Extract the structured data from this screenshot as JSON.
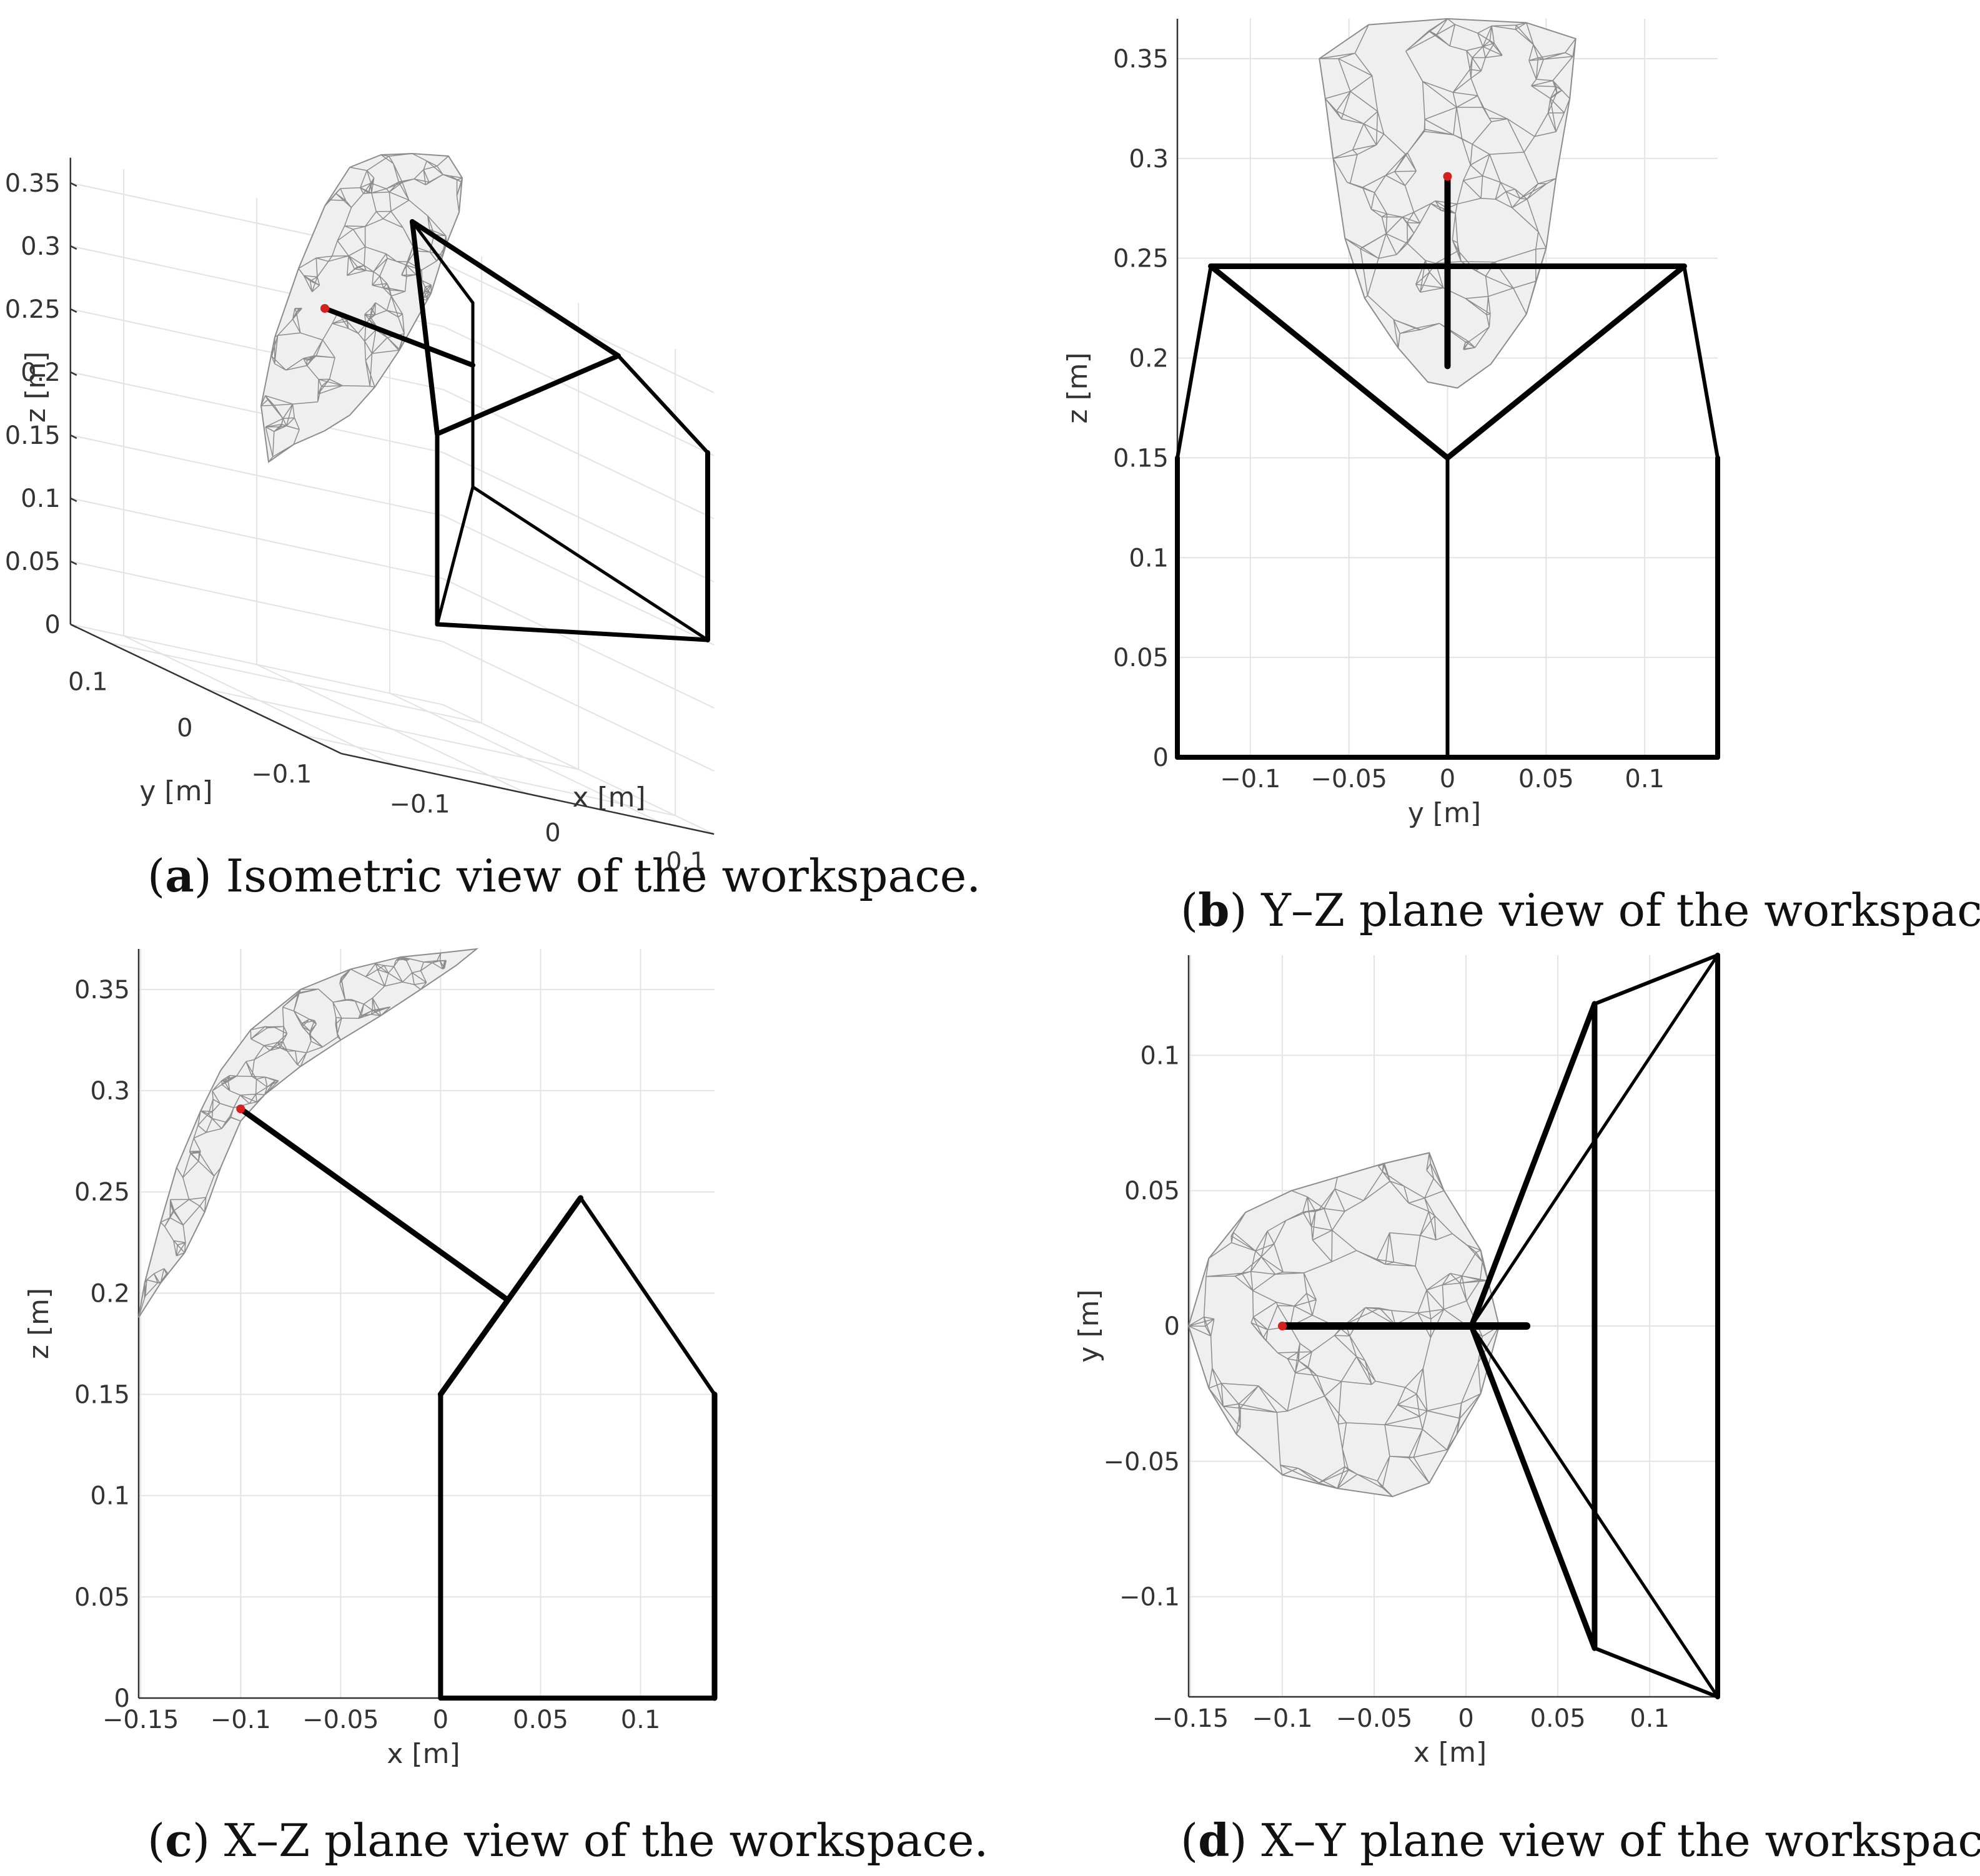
{
  "captions": {
    "a": {
      "label": "a",
      "text": "Isometric view of the workspace."
    },
    "b": {
      "label": "b",
      "text": "Y–Z plane view of the workspace."
    },
    "c": {
      "label": "c",
      "text": "X–Z plane view of the workspace."
    },
    "d": {
      "label": "d",
      "text": "X–Y plane view of the workspace."
    }
  },
  "chart_data": [
    {
      "id": "a",
      "type": "3d-wireframe",
      "xlabel": "x [m]",
      "ylabel": "y [m]",
      "zlabel": "z [m]",
      "xticks": [
        "−0.1",
        "0",
        "0.1"
      ],
      "yticks": [
        "0.1",
        "0",
        "−0.1"
      ],
      "zticks": [
        "0.35",
        "0.3",
        "0.25",
        "0.2",
        "0.15",
        "0.1",
        "0.05",
        "0"
      ],
      "grid": true
    },
    {
      "id": "b",
      "type": "line",
      "xlabel": "y [m]",
      "ylabel": "z [m]",
      "xlim": [
        -0.137,
        0.137
      ],
      "ylim": [
        0,
        0.37
      ],
      "xticks": [
        -0.1,
        -0.05,
        0,
        0.05,
        0.1
      ],
      "xtick_labels": [
        "−0.1",
        "−0.05",
        "0",
        "0.05",
        "0.1"
      ],
      "yticks": [
        0,
        0.05,
        0.1,
        0.15,
        0.2,
        0.25,
        0.3,
        0.35
      ],
      "ytick_labels": [
        "0",
        "0.05",
        "0.1",
        "0.15",
        "0.2",
        "0.25",
        "0.3",
        "0.35"
      ],
      "grid": true,
      "workspace_outline": [
        [
          -0.065,
          0.35
        ],
        [
          -0.04,
          0.367
        ],
        [
          0.0,
          0.37
        ],
        [
          0.04,
          0.368
        ],
        [
          0.065,
          0.36
        ],
        [
          0.062,
          0.33
        ],
        [
          0.055,
          0.29
        ],
        [
          0.05,
          0.255
        ],
        [
          0.04,
          0.222
        ],
        [
          0.022,
          0.197
        ],
        [
          0.005,
          0.185
        ],
        [
          -0.01,
          0.188
        ],
        [
          -0.025,
          0.205
        ],
        [
          -0.042,
          0.23
        ],
        [
          -0.052,
          0.26
        ],
        [
          -0.058,
          0.3
        ],
        [
          -0.062,
          0.33
        ]
      ],
      "robot_segments": [
        {
          "x": [
            -0.137,
            -0.137
          ],
          "y": [
            0,
            0.15
          ],
          "w": 8
        },
        {
          "x": [
            -0.137,
            -0.12
          ],
          "y": [
            0.15,
            0.246
          ],
          "w": 6
        },
        {
          "x": [
            -0.12,
            0.12
          ],
          "y": [
            0.246,
            0.246
          ],
          "w": 9
        },
        {
          "x": [
            0.12,
            0.137
          ],
          "y": [
            0.246,
            0.15
          ],
          "w": 6
        },
        {
          "x": [
            0.137,
            0.137
          ],
          "y": [
            0.15,
            0
          ],
          "w": 8
        },
        {
          "x": [
            -0.137,
            0.137
          ],
          "y": [
            0,
            0
          ],
          "w": 8
        },
        {
          "x": [
            -0.12,
            0
          ],
          "y": [
            0.246,
            0.15
          ],
          "w": 9
        },
        {
          "x": [
            0.12,
            0
          ],
          "y": [
            0.246,
            0.15
          ],
          "w": 9
        },
        {
          "x": [
            0,
            0
          ],
          "y": [
            0,
            0.15
          ],
          "w": 6
        },
        {
          "x": [
            0,
            0
          ],
          "y": [
            0.196,
            0.29
          ],
          "w": 10
        }
      ],
      "end_effector": {
        "x": 0,
        "y": 0.291,
        "color": "#d61f1f"
      }
    },
    {
      "id": "c",
      "type": "line",
      "xlabel": "x [m]",
      "ylabel": "z [m]",
      "xlim": [
        -0.151,
        0.137
      ],
      "ylim": [
        0,
        0.37
      ],
      "xticks": [
        -0.15,
        -0.1,
        -0.05,
        0,
        0.05,
        0.1
      ],
      "xtick_labels": [
        "−0.15",
        "−0.1",
        "−0.05",
        "0",
        "0.05",
        "0.1"
      ],
      "yticks": [
        0,
        0.05,
        0.1,
        0.15,
        0.2,
        0.25,
        0.3,
        0.35
      ],
      "ytick_labels": [
        "0",
        "0.05",
        "0.1",
        "0.15",
        "0.2",
        "0.25",
        "0.3",
        "0.35"
      ],
      "grid": true,
      "workspace_outline": [
        [
          -0.151,
          0.188
        ],
        [
          -0.14,
          0.205
        ],
        [
          -0.128,
          0.22
        ],
        [
          -0.118,
          0.24
        ],
        [
          -0.11,
          0.262
        ],
        [
          -0.1,
          0.285
        ],
        [
          -0.088,
          0.298
        ],
        [
          -0.07,
          0.312
        ],
        [
          -0.05,
          0.325
        ],
        [
          -0.03,
          0.337
        ],
        [
          -0.01,
          0.35
        ],
        [
          0.008,
          0.362
        ],
        [
          0.018,
          0.37
        ],
        [
          0.0,
          0.368
        ],
        [
          -0.02,
          0.366
        ],
        [
          -0.045,
          0.36
        ],
        [
          -0.07,
          0.35
        ],
        [
          -0.095,
          0.33
        ],
        [
          -0.11,
          0.31
        ],
        [
          -0.12,
          0.29
        ],
        [
          -0.132,
          0.262
        ],
        [
          -0.14,
          0.235
        ],
        [
          -0.148,
          0.205
        ]
      ],
      "robot_segments": [
        {
          "x": [
            0,
            0
          ],
          "y": [
            0,
            0.15
          ],
          "w": 8
        },
        {
          "x": [
            0,
            0.137
          ],
          "y": [
            0,
            0
          ],
          "w": 8
        },
        {
          "x": [
            0.137,
            0.137
          ],
          "y": [
            0,
            0.15
          ],
          "w": 9
        },
        {
          "x": [
            0,
            0.07
          ],
          "y": [
            0.15,
            0.247
          ],
          "w": 9
        },
        {
          "x": [
            0.07,
            0.137
          ],
          "y": [
            0.247,
            0.15
          ],
          "w": 6
        },
        {
          "x": [
            -0.1,
            0.033
          ],
          "y": [
            0.291,
            0.197
          ],
          "w": 9
        }
      ],
      "end_effector": {
        "x": -0.1,
        "y": 0.291,
        "color": "#d61f1f"
      }
    },
    {
      "id": "d",
      "type": "line",
      "xlabel": "x [m]",
      "ylabel": "y [m]",
      "xlim": [
        -0.151,
        0.137
      ],
      "ylim": [
        -0.137,
        0.137
      ],
      "xticks": [
        -0.15,
        -0.1,
        -0.05,
        0,
        0.05,
        0.1
      ],
      "xtick_labels": [
        "−0.15",
        "−0.1",
        "−0.05",
        "0",
        "0.05",
        "0.1"
      ],
      "yticks": [
        -0.1,
        -0.05,
        0,
        0.05,
        0.1
      ],
      "ytick_labels": [
        "−0.1",
        "−0.05",
        "0",
        "0.05",
        "0.1"
      ],
      "grid": true,
      "workspace_outline": [
        [
          -0.151,
          0
        ],
        [
          -0.14,
          0.025
        ],
        [
          -0.12,
          0.042
        ],
        [
          -0.095,
          0.05
        ],
        [
          -0.07,
          0.055
        ],
        [
          -0.045,
          0.06
        ],
        [
          -0.02,
          0.064
        ],
        [
          -0.012,
          0.05
        ],
        [
          0.008,
          0.028
        ],
        [
          0.018,
          0.0
        ],
        [
          0.008,
          -0.025
        ],
        [
          -0.005,
          -0.04
        ],
        [
          -0.02,
          -0.058
        ],
        [
          -0.04,
          -0.063
        ],
        [
          -0.07,
          -0.06
        ],
        [
          -0.1,
          -0.055
        ],
        [
          -0.125,
          -0.04
        ],
        [
          -0.14,
          -0.023
        ]
      ],
      "robot_segments": [
        {
          "x": [
            0.07,
            0.07
          ],
          "y": [
            0.119,
            -0.119
          ],
          "w": 9
        },
        {
          "x": [
            0.07,
            0.137
          ],
          "y": [
            0.119,
            0.137
          ],
          "w": 6
        },
        {
          "x": [
            0.07,
            0.137
          ],
          "y": [
            -0.119,
            -0.137
          ],
          "w": 6
        },
        {
          "x": [
            0.137,
            0.137
          ],
          "y": [
            0.137,
            -0.137
          ],
          "w": 8
        },
        {
          "x": [
            0.003,
            0.07
          ],
          "y": [
            0.0,
            0.119
          ],
          "w": 9
        },
        {
          "x": [
            0.003,
            0.07
          ],
          "y": [
            0.0,
            -0.119
          ],
          "w": 9
        },
        {
          "x": [
            0.003,
            0.137
          ],
          "y": [
            0.0,
            0.137
          ],
          "w": 5
        },
        {
          "x": [
            0.003,
            0.137
          ],
          "y": [
            0.0,
            -0.137
          ],
          "w": 5
        },
        {
          "x": [
            -0.1,
            0.033
          ],
          "y": [
            0.0,
            0.0
          ],
          "w": 12
        }
      ],
      "end_effector": {
        "x": -0.1,
        "y": 0.0,
        "color": "#d61f1f"
      }
    }
  ]
}
